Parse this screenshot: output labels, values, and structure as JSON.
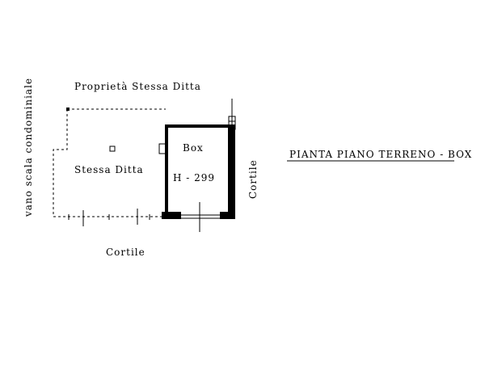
{
  "drawing": {
    "top_label": "Proprietà  Stessa  Ditta",
    "left_vertical_label": "vano scala condominiale",
    "adjacent_room_label": "Stessa Ditta",
    "box_label": "Box",
    "box_height": "H - 299",
    "right_vertical_label": "Cortile",
    "bottom_label": "Cortile",
    "plan_title": "PIANTA PIANO TERRENO - BOX"
  }
}
